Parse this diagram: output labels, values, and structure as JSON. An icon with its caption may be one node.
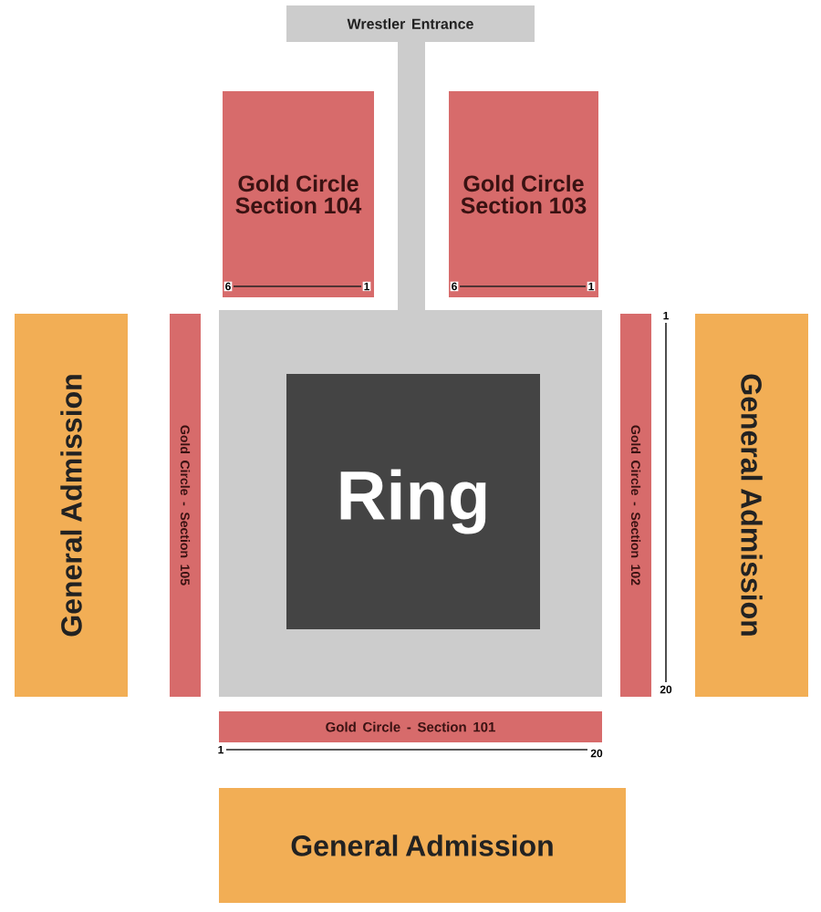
{
  "diagram": {
    "nodes": [
      {
        "text": [
          "Wrestler Entrance"
        ]
      },
      {
        "text": [],
        "shape": "bar"
      },
      {
        "text": [
          "Gold Circle Section 104"
        ]
      },
      {
        "text": [
          "Gold Circle Section 103"
        ]
      },
      {
        "text": [
          "General Admission"
        ]
      },
      {
        "text": [
          "Gold Circle - Section 105"
        ]
      },
      {
        "text": [],
        "shape": "box"
      },
      {
        "text": [
          "Ring"
        ],
        "in": 6
      },
      {
        "text": [
          "Gold Circle - Section 102"
        ]
      },
      {
        "text": [
          "General Admission"
        ]
      },
      {
        "text": [
          "Gold Circle - Section 101"
        ]
      },
      {
        "text": [
          "General Admission"
        ]
      }
    ],
    "labels": [
      "6",
      "1",
      "6",
      "1",
      "1",
      "20",
      "1",
      "20"
    ]
  }
}
